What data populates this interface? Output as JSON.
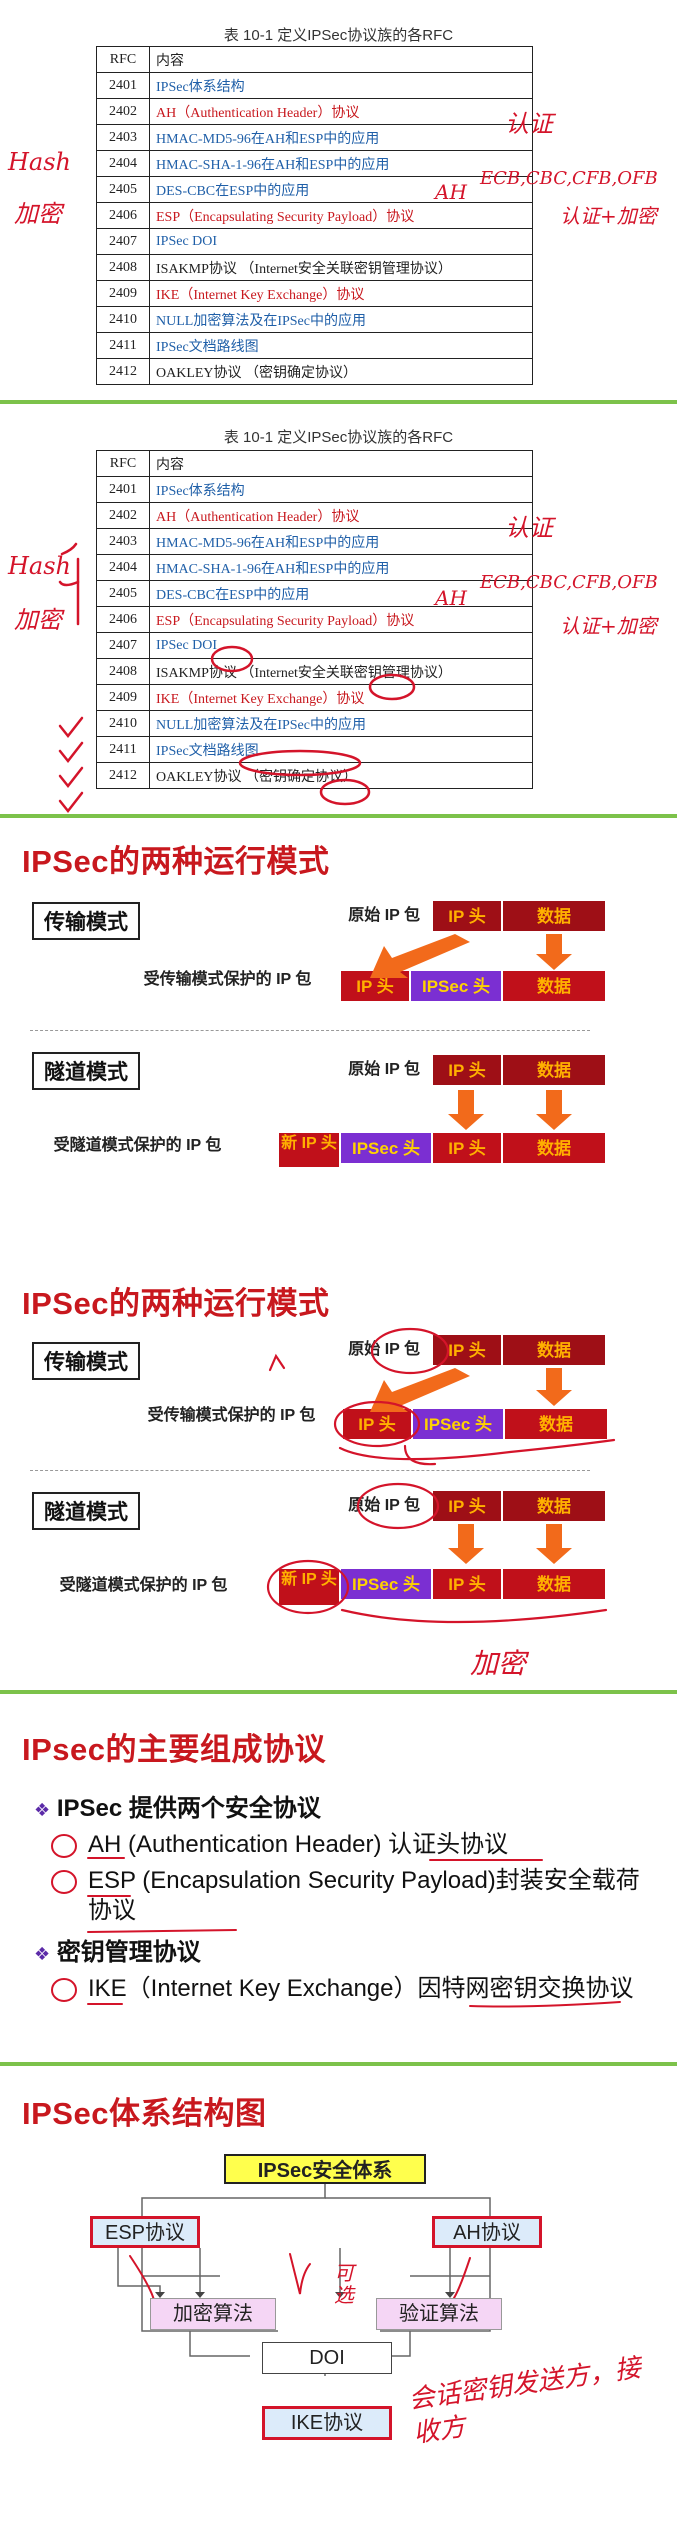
{
  "rfc_table": {
    "caption": "表 10-1 定义IPSec协议族的各RFC",
    "header": [
      "RFC",
      "内容"
    ],
    "rows": [
      {
        "rfc": "2401",
        "desc": "IPSec体系结构"
      },
      {
        "rfc": "2402",
        "desc": "AH（Authentication Header）协议"
      },
      {
        "rfc": "2403",
        "desc": "HMAC-MD5-96在AH和ESP中的应用"
      },
      {
        "rfc": "2404",
        "desc": "HMAC-SHA-1-96在AH和ESP中的应用"
      },
      {
        "rfc": "2405",
        "desc": "DES-CBC在ESP中的应用"
      },
      {
        "rfc": "2406",
        "desc": "ESP（Encapsulating Security Payload）协议"
      },
      {
        "rfc": "2407",
        "desc": "IPSec DOI"
      },
      {
        "rfc": "2408",
        "desc": "ISAKMP协议 （Internet安全关联密钥管理协议）"
      },
      {
        "rfc": "2409",
        "desc": "IKE（Internet Key Exchange）协议"
      },
      {
        "rfc": "2410",
        "desc": "NULL加密算法及在IPSec中的应用"
      },
      {
        "rfc": "2411",
        "desc": "IPSec文档路线图"
      },
      {
        "rfc": "2412",
        "desc": "OAKLEY协议 （密钥确定协议）"
      }
    ],
    "handwriting": {
      "hash": "Hash",
      "encrypt": "加密",
      "auth": "认证",
      "ah": "AH",
      "modes": "ECB,CBC,CFB,OFB",
      "auth_encrypt": "认证+加密"
    }
  },
  "modes_slide": {
    "title": "IPSec的两种运行模式",
    "transport_mode": "传输模式",
    "tunnel_mode": "隧道模式",
    "original_packet": "原始 IP 包",
    "transport_protected": "受传输模式保护的 IP 包",
    "tunnel_protected": "受隧道模式保护的 IP 包",
    "ip_header": "IP 头",
    "data": "数据",
    "ipsec_header": "IPSec 头",
    "new_ip_header": "新 IP 头",
    "handwriting_encrypt": "加密"
  },
  "protocols_slide": {
    "title": "IPsec的主要组成协议",
    "b1": "IPSec 提供两个安全协议",
    "b1_item1": "AH (Authentication Header) 认证头协议",
    "b1_item2": "ESP (Encapsulation Security Payload)封装安全载荷协议",
    "b2": "密钥管理协议",
    "b2_item1": "IKE（Internet Key Exchange）因特网密钥交换协议"
  },
  "arch_slide": {
    "title": "IPSec体系结构图",
    "root": "IPSec安全体系",
    "esp": "ESP协议",
    "ah": "AH协议",
    "encrypt_alg": "加密算法",
    "auth_alg": "验证算法",
    "doi": "DOI",
    "ike": "IKE协议",
    "hw_optional": "可选",
    "hw_note": "会话密钥发送方，接收方"
  }
}
